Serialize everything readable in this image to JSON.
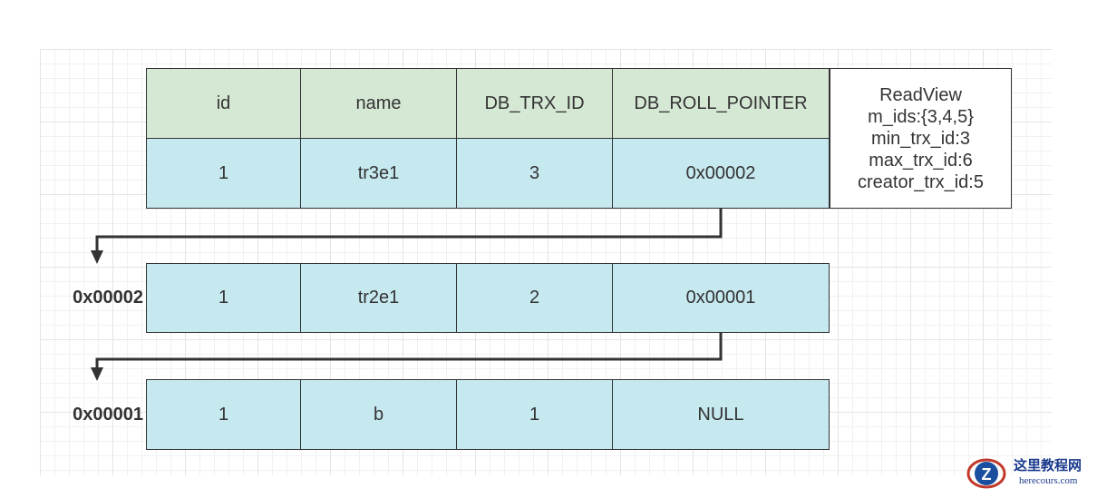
{
  "headers": [
    "id",
    "name",
    "DB_TRX_ID",
    "DB_ROLL_POINTER"
  ],
  "rows": [
    {
      "address": "",
      "values": [
        "1",
        "tr3e1",
        "3",
        "0x00002"
      ]
    },
    {
      "address": "0x00002",
      "values": [
        "1",
        "tr2e1",
        "2",
        "0x00001"
      ]
    },
    {
      "address": "0x00001",
      "values": [
        "1",
        "b",
        "1",
        "NULL"
      ]
    }
  ],
  "readview": {
    "title": "ReadView",
    "lines": [
      "m_ids:{3,4,5}",
      "min_trx_id:3",
      "max_trx_id:6",
      "creator_trx_id:5"
    ]
  },
  "watermark": {
    "chinese": "这里教程网",
    "english": "herecours.com"
  },
  "colors": {
    "header_fill": "#d5e8d4",
    "row_fill": "#c6e8ef",
    "border": "#333333"
  }
}
